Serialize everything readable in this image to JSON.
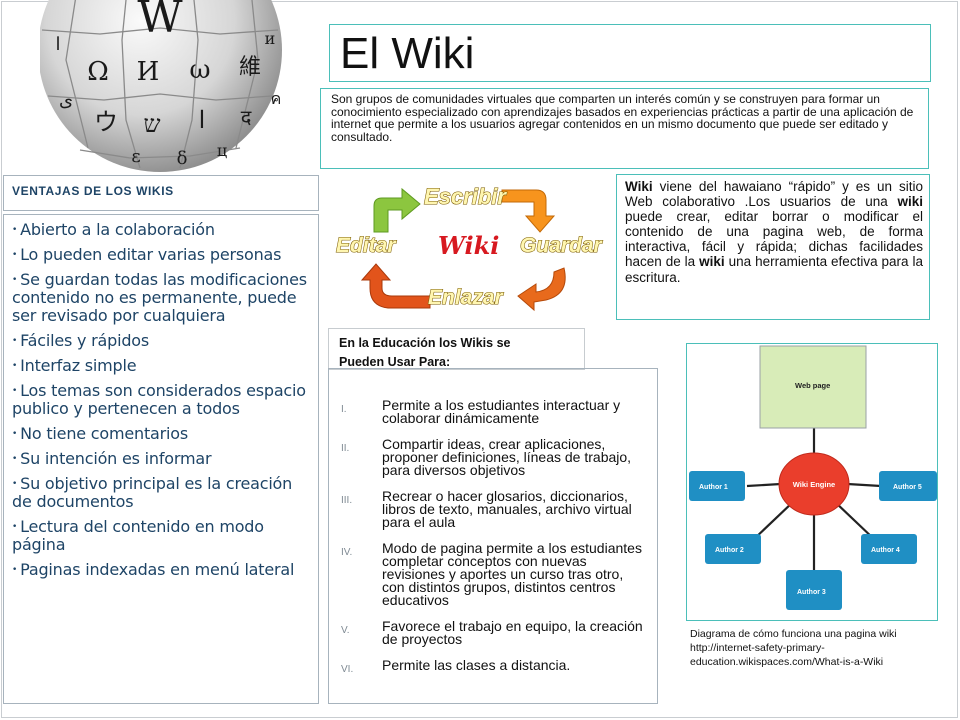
{
  "title": "El Wiki",
  "intro": "Son grupos de comunidades virtuales que comparten un interés común y se construyen para formar un conocimiento especializado con aprendizajes basados en experiencias prácticas a partir de una aplicación de internet que permite a los usuarios agregar contenidos en un mismo documento que puede ser editado y consultado.",
  "logo": {
    "glyphs": [
      "W",
      "Ω",
      "И",
      "ω",
      "維",
      "ウ",
      "ש",
      "ا",
      "द",
      "ی",
      "ا",
      "ค",
      "ε",
      "δ",
      "ц",
      "и"
    ]
  },
  "advantages": {
    "header": "VENTAJAS DE LOS WIKIS",
    "items": [
      "Abierto a la colaboración",
      "Lo pueden editar varias personas",
      "Se guardan todas las modificaciones contenido no es permanente, puede ser revisado por cualquiera",
      "Fáciles y rápidos",
      "Interfaz simple",
      "Los temas son considerados espacio publico y pertenecen a todos",
      "No tiene comentarios",
      "Su intención es informar",
      "Su objetivo principal es la creación de documentos",
      "Lectura del contenido en modo página",
      "Paginas indexadas en menú lateral"
    ]
  },
  "cycle": {
    "center": "Wiki",
    "write": "Escribir",
    "save": "Guardar",
    "link": "Enlazar",
    "edit": "Editar"
  },
  "wiki_definition": {
    "segments": [
      {
        "text": "Wiki",
        "bold": true
      },
      {
        "text": " viene del hawaiano “rápido” y es un sitio Web colaborativo .Los usuarios de una ",
        "bold": false
      },
      {
        "text": "wiki",
        "bold": true
      },
      {
        "text": " puede crear, editar borrar o modificar el contenido de una pagina web, de forma interactiva, fácil y rápida; dichas facilidades hacen de la ",
        "bold": false
      },
      {
        "text": "wiki",
        "bold": true
      },
      {
        "text": " una herramienta efectiva para la escritura.",
        "bold": false
      }
    ]
  },
  "education": {
    "header_line1": "En la Educación los Wikis se",
    "header_line2": "Pueden Usar Para:",
    "items": [
      {
        "num": "I.",
        "text": "Permite a los estudiantes interactuar y colaborar dinámicamente"
      },
      {
        "num": "II.",
        "text": "Compartir ideas, crear aplicaciones, proponer definiciones, líneas de trabajo, para diversos objetivos"
      },
      {
        "num": "III.",
        "text": "Recrear o hacer glosarios, diccionarios, libros de texto, manuales, archivo virtual para el aula"
      },
      {
        "num": "IV.",
        "text": "Modo de pagina permite a los estudiantes completar conceptos con nuevas revisiones y aportes un curso tras otro, con distintos grupos, distintos centros educativos"
      },
      {
        "num": "V.",
        "text": "Favorece el trabajo en equipo, la creación de proyectos"
      },
      {
        "num": "VI.",
        "text": "Permite las clases a distancia."
      }
    ]
  },
  "diagram": {
    "web_page": "Web page",
    "engine": "Wiki Engine",
    "authors": [
      "Author 1",
      "Author 2",
      "Author 3",
      "Author 4",
      "Author 5"
    ],
    "colors": {
      "node": "#1f8fc4",
      "engine": "#ea3e2c",
      "page": "#d8ecb8"
    }
  },
  "caption": {
    "line1": "Diagrama de cómo funciona una pagina wiki",
    "line2": "http://internet-safety-primary-",
    "line3": "education.wikispaces.com/What-is-a-Wiki"
  }
}
